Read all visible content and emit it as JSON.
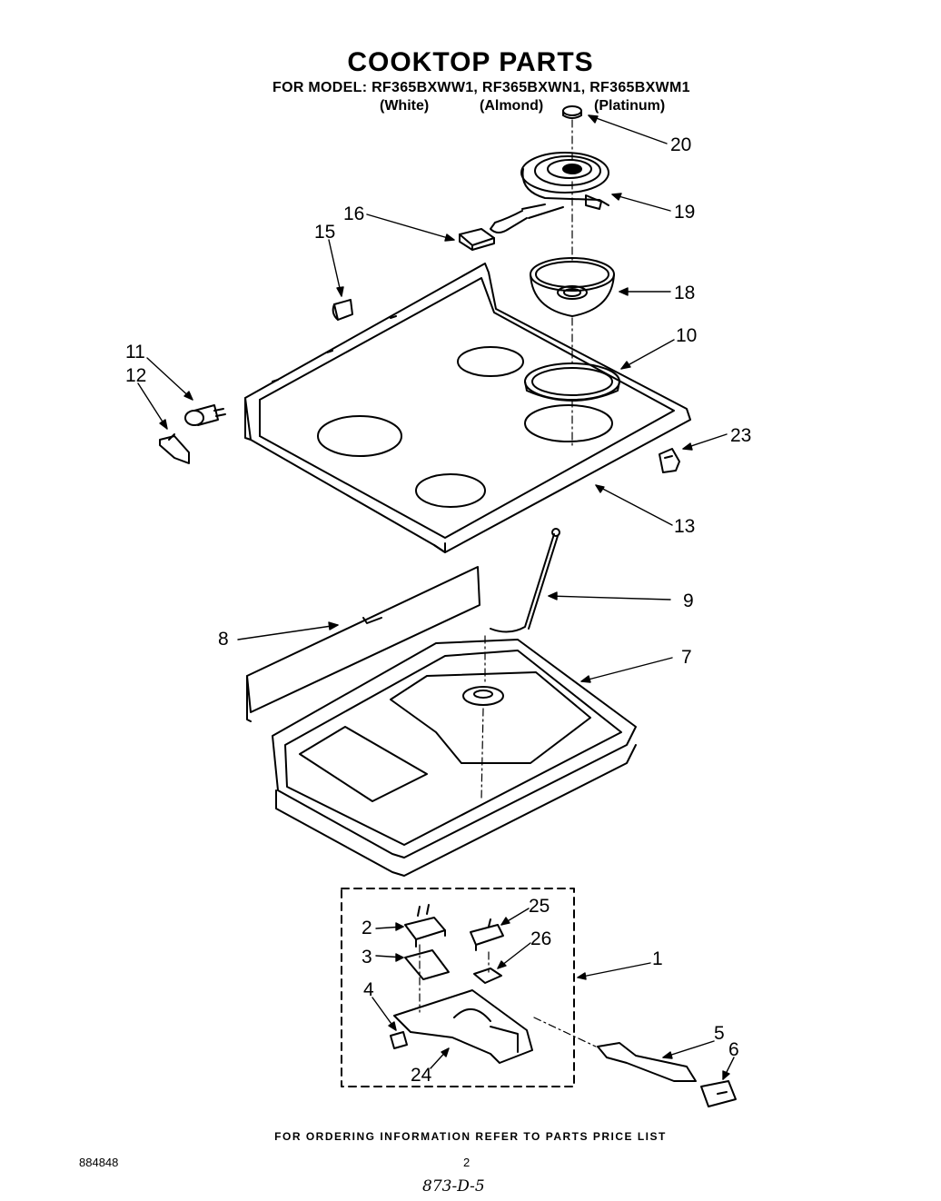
{
  "header": {
    "title": "COOKTOP PARTS",
    "model_line": "FOR MODEL: RF365BXWW1, RF365BXWN1, RF365BXWM1",
    "variants": [
      "(White)",
      "(Almond)",
      "(Platinum)"
    ]
  },
  "callouts": {
    "p1": "1",
    "p2": "2",
    "p3": "3",
    "p4": "4",
    "p5": "5",
    "p6": "6",
    "p7": "7",
    "p8": "8",
    "p9": "9",
    "p10": "10",
    "p11": "11",
    "p12": "12",
    "p13": "13",
    "p15": "15",
    "p16": "16",
    "p18": "18",
    "p19": "19",
    "p20": "20",
    "p23": "23",
    "p24": "24",
    "p25": "25",
    "p26": "26"
  },
  "footer": {
    "ordering_note": "FOR ORDERING INFORMATION REFER TO PARTS PRICE LIST",
    "doc_number": "884848",
    "page_number": "2",
    "handwritten_code": "873-D-5"
  }
}
